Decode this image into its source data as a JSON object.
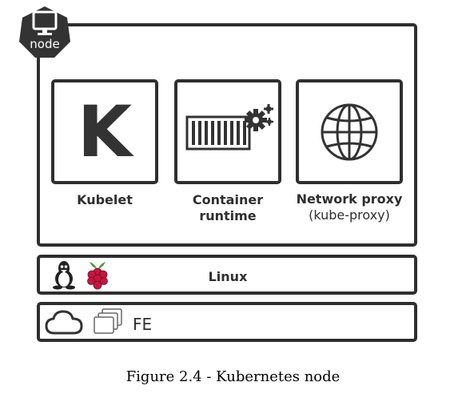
{
  "node_badge": {
    "label": "node",
    "icon": "monitor-icon"
  },
  "components": [
    {
      "name": "Kubelet",
      "sub": "",
      "icon_text": "K"
    },
    {
      "name": "Container\nruntime",
      "sub": "",
      "icon": "container-gear-icon"
    },
    {
      "name": "Network proxy",
      "sub": "(kube-proxy)",
      "icon": "globe-icon"
    }
  ],
  "os_layer": {
    "label": "Linux",
    "icons": [
      "tux-icon",
      "raspberry-pi-icon"
    ]
  },
  "infra_layer": {
    "label": "FE",
    "icons": [
      "cloud-icon",
      "vm-stack-icon"
    ]
  },
  "caption": "Figure 2.4 - Kubernetes node"
}
